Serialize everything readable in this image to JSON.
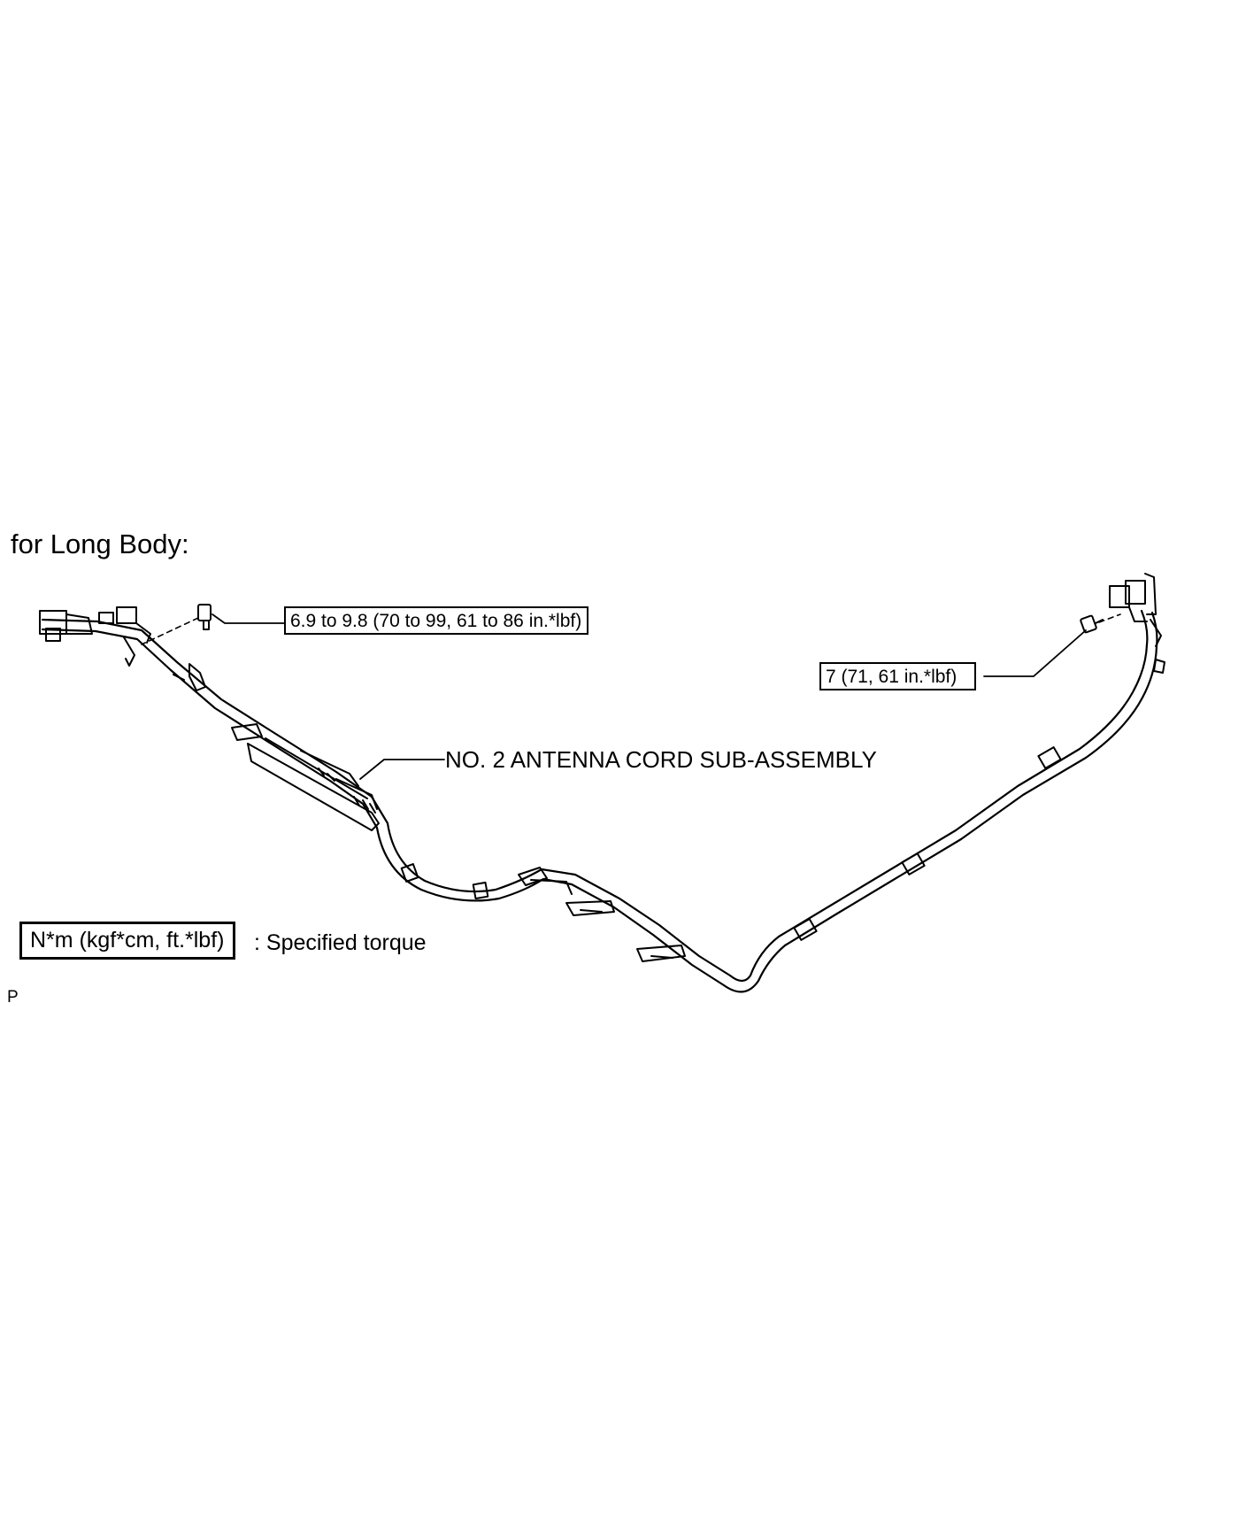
{
  "diagram": {
    "heading": "for Long Body:",
    "part_label": "NO. 2 ANTENNA CORD SUB-ASSEMBLY",
    "torque_left": "6.9 to 9.8 (70 to 99, 61 to 86 in.*lbf)",
    "torque_right": "7 (71, 61 in.*lbf)",
    "legend": {
      "symbol": "N*m (kgf*cm, ft.*lbf)",
      "description": ": Specified torque"
    },
    "page_code": "P",
    "colors": {
      "line": "#000000",
      "background": "#ffffff"
    }
  }
}
